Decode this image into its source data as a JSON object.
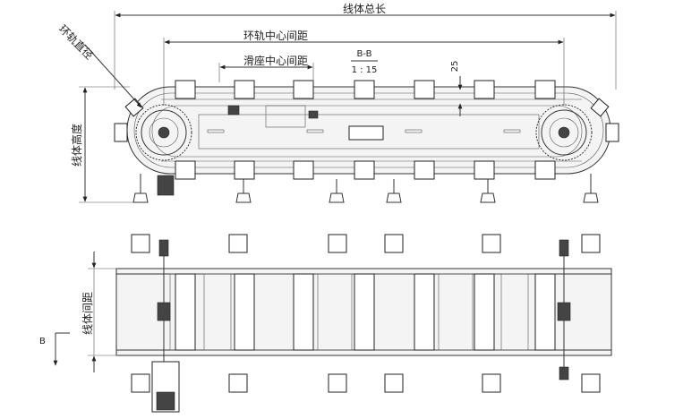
{
  "labels": {
    "total_length": "线体总长",
    "ring_center_distance": "环轨中心间距",
    "slider_center_distance": "滑座中心间距",
    "ring_diameter": "环轨直径",
    "line_height": "线体高度",
    "line_spacing": "线体间距",
    "section_name": "B-B",
    "section_scale": "1 : 15",
    "dimension_25": "25",
    "view_marker": "B"
  }
}
